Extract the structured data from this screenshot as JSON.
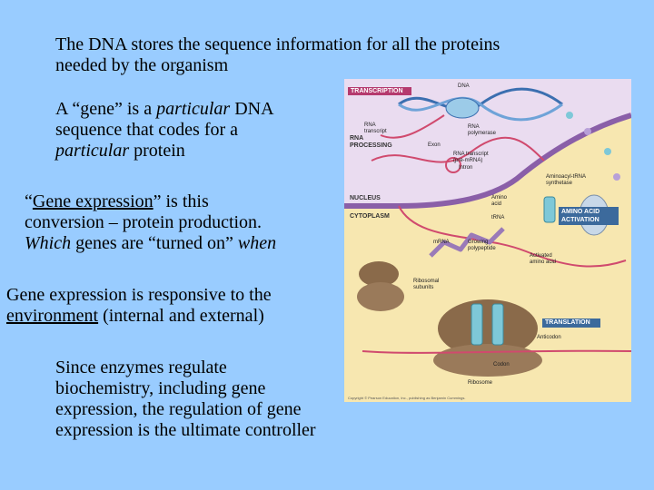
{
  "paragraphs": {
    "p1": [
      "The DNA stores the sequence information for all the proteins",
      "needed by the organism"
    ],
    "p2": {
      "l1a": "A “gene” is a ",
      "l1b": "particular",
      "l1c": " DNA",
      "l2": "sequence that codes for a",
      "l3a": "particular",
      "l3b": " protein"
    },
    "p3": {
      "l1a": "“",
      "l1b": "Gene expression",
      "l1c": "” is this",
      "l2": "conversion – protein production.",
      "l3a": "Which",
      "l3b": " genes are “turned on” ",
      "l3c": "when"
    },
    "p4": {
      "l1": "Gene expression is responsive to the",
      "l2a": "environment",
      "l2b": " (internal and external)"
    },
    "p5": [
      "Since enzymes regulate",
      "biochemistry, including gene",
      "expression, the regulation of gene",
      "expression is the ultimate controller"
    ]
  },
  "figure": {
    "headers": {
      "transcription": "TRANSCRIPTION",
      "amino_acid_activation": "AMINO ACID\nACTIVATION",
      "translation": "TRANSLATION"
    },
    "sections": {
      "nucleus": "NUCLEUS",
      "cytoplasm": "CYTOPLASM",
      "rna_processing": "RNA\nPROCESSING"
    },
    "labels": {
      "dna": "DNA",
      "rna_transcript": "RNA\ntranscript",
      "rna_polymerase": "RNA\npolymerase",
      "exon": "Exon",
      "rna_transcript_pre": "RNA transcript\n(pre-mRNA)",
      "intron": "Intron",
      "aminoacyl": "Aminoacyl-tRNA\nsynthetase",
      "amino_acid": "Amino\nacid",
      "trna": "tRNA",
      "mrna": "mRNA",
      "growing_polypeptide": "Growing\npolypeptide",
      "activated_amino_acid": "Activated\namino acid",
      "ribosomal_subunits": "Ribosomal\nsubunits",
      "anticodon": "Anticodon",
      "codon": "Codon",
      "ribosome": "Ribosome"
    },
    "copyright": "Copyright © Pearson Education, Inc., publishing as Benjamin Cummings."
  }
}
